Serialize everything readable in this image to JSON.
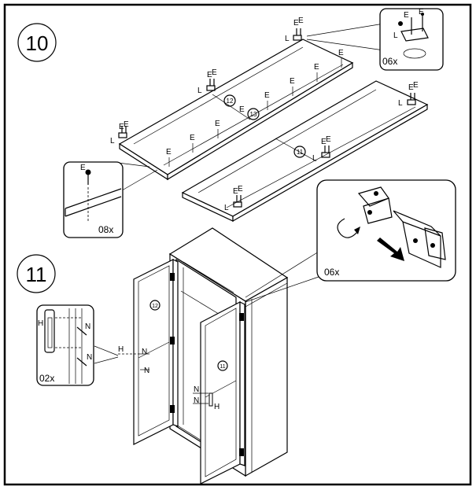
{
  "frame": {
    "border_color": "#000000"
  },
  "step10": {
    "number": "10",
    "board_labels": {
      "panel12": "12",
      "panel13": "13",
      "panel11": "11"
    },
    "hardware_labels": {
      "screw": "E",
      "hinge_plate": "L"
    },
    "detail_plate": {
      "count": "06x",
      "labels": [
        "E",
        "E",
        "L"
      ]
    },
    "detail_screw": {
      "count": "08x",
      "label": "E"
    }
  },
  "step11": {
    "number": "11",
    "door_labels": {
      "left_door": "12",
      "right_door": "11"
    },
    "hardware_labels": {
      "handle": "H",
      "screw": "N"
    },
    "detail_handle": {
      "count": "02x",
      "labels": [
        "H",
        "N",
        "N"
      ]
    },
    "detail_hinge": {
      "count": "06x"
    }
  }
}
